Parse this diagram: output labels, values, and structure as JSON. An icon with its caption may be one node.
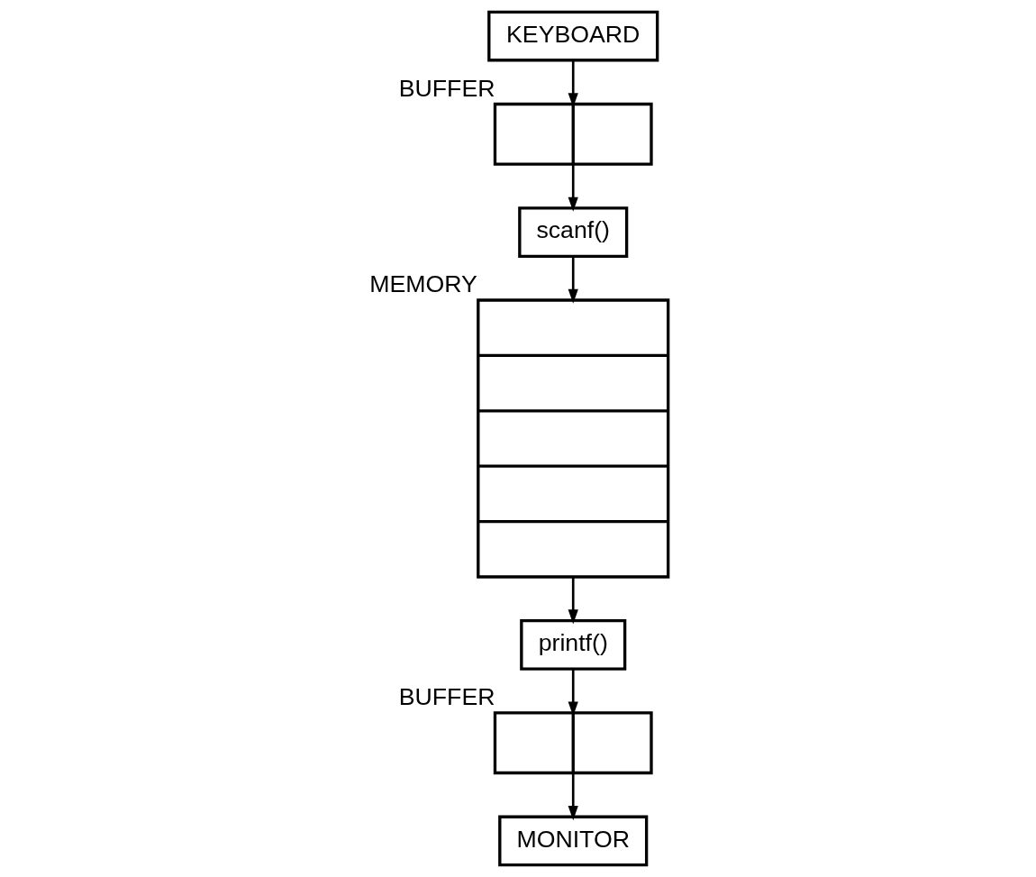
{
  "diagram": {
    "nodes": [
      {
        "text": [
          "KEYBOARD"
        ]
      },
      {
        "text": [],
        "shape": "box",
        "beside": [
          "BUFFER"
        ]
      },
      {
        "text": [
          "scanf()"
        ]
      },
      {
        "text": [],
        "shape": "box",
        "beside": [
          "MEMORY"
        ]
      },
      {
        "text": [
          "printf()"
        ]
      },
      {
        "text": [],
        "shape": "box",
        "beside": [
          "BUFFER"
        ]
      },
      {
        "text": [
          "MONITOR"
        ]
      }
    ],
    "edges": [
      {
        "from": 0,
        "to": 1,
        "arrow": "to"
      },
      {
        "from": 1,
        "to": 2,
        "arrow": "to"
      },
      {
        "from": 2,
        "to": 3,
        "arrow": "to"
      },
      {
        "from": 3,
        "to": 4,
        "arrow": "to"
      },
      {
        "from": 4,
        "to": 5,
        "arrow": "to"
      },
      {
        "from": 5,
        "to": 6,
        "arrow": "to"
      }
    ]
  }
}
